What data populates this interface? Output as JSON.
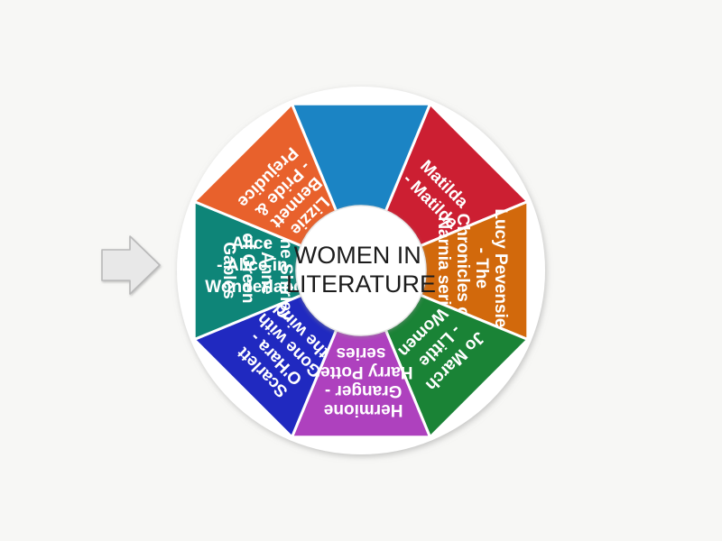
{
  "app": {
    "type": "spinner-wheel",
    "background_color": "#f7f7f5"
  },
  "wheel": {
    "center_label_line1": "WOMEN IN",
    "center_label_line2": "LITERATURE",
    "hub_color": "#ffffff",
    "rim_color": "#ffffff",
    "segment_count": 8,
    "segments": [
      {
        "index": 1,
        "label": "Matilda - Matilda",
        "lines": [
          "Matilda",
          "- Matilda"
        ],
        "color": "#cc1f32",
        "color_name": "red"
      },
      {
        "index": 2,
        "label": "Lucy Pevensie - The Chronicles of Narnia series",
        "lines": [
          "Lucy Pevensie",
          "- The",
          "Chronicles of",
          "Narnia series"
        ],
        "color": "#d2690c",
        "color_name": "dark-orange"
      },
      {
        "index": 3,
        "label": "Jo March - Little Women",
        "lines": [
          "Jo March",
          "- Little",
          "Women"
        ],
        "color": "#1a8336",
        "color_name": "green"
      },
      {
        "index": 4,
        "label": "Hermione Granger - Harry Potter series",
        "lines": [
          "Hermione",
          "Granger -",
          "Harry Potter",
          "series"
        ],
        "color": "#ae41be",
        "color_name": "purple"
      },
      {
        "index": 5,
        "label": "Scarlett O'Hara - Gone with the wind",
        "lines": [
          "Scarlett",
          "O'Hara -",
          "Gone with",
          "the wind"
        ],
        "color": "#2029c0",
        "color_name": "blue"
      },
      {
        "index": 6,
        "label": "Anne Shirley - Anne of Green Gables",
        "lines": [
          "Anne Shirley",
          "- Anne",
          "of Green",
          "Gables"
        ],
        "color": "#0e8578",
        "color_name": "teal"
      },
      {
        "index": 7,
        "label": "Alice - Alice in Wonderland",
        "lines": [
          "Alice",
          "- Alice in",
          "Wonderland"
        ],
        "color": "#e8612c",
        "color_name": "orange"
      },
      {
        "index": 8,
        "label": "Lizzie Bennett - Pride & Prejudice",
        "lines": [
          "Lizzie",
          "Bennett",
          "- Pride &",
          "Prejudice"
        ],
        "color": "#1b84c4",
        "color_name": "light-blue"
      }
    ]
  },
  "pointer": {
    "name": "spin-pointer-arrow",
    "direction": "right",
    "fill_color": "#e8e8e8",
    "stroke_color": "#b9b9b9"
  }
}
